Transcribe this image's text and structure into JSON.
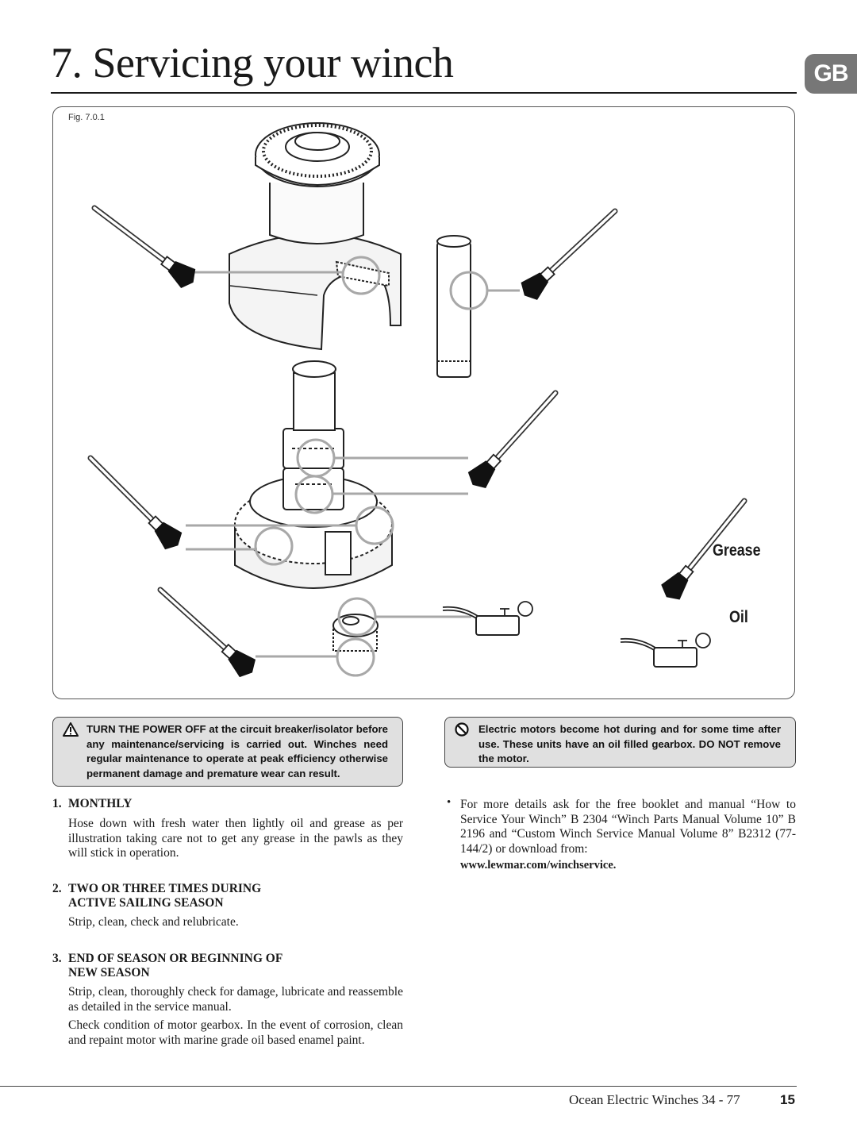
{
  "header": {
    "title": "7. Servicing your winch",
    "language_tab": "GB"
  },
  "figure": {
    "label": "Fig. 7.0.1",
    "key": {
      "grease": "Grease",
      "oil": "Oil"
    }
  },
  "notices": {
    "warning": "TURN THE POWER OFF at the circuit breaker/isolator before any maintenance/servicing is carried out. Winches need regular maintenance to operate at peak efficiency otherwise permanent damage and premature wear can result.",
    "prohibition": "Electric motors become hot during and for some time after use. These units have an oil filled gearbox. DO NOT remove the motor."
  },
  "sections": [
    {
      "number": "1.",
      "heading": "MONTHLY",
      "paragraphs": [
        "Hose down with fresh water then lightly oil and grease as per illustration taking care not to get any grease in the pawls as they will stick in operation."
      ]
    },
    {
      "number": "2.",
      "heading": "TWO OR THREE TIMES DURING ACTIVE SAILING SEASON",
      "paragraphs": [
        "Strip, clean, check and relubricate."
      ]
    },
    {
      "number": "3.",
      "heading": "END OF SEASON OR BEGINNING OF NEW SEASON",
      "paragraphs": [
        "Strip, clean, thoroughly check for damage, lubricate and reassemble as detailed in the service manual.",
        "Check condition of motor gearbox. In the event of corrosion, clean and repaint motor with marine grade oil based enamel paint."
      ]
    }
  ],
  "right_column": {
    "bullet_symbol": "•",
    "bullet_text": "For more details ask for the free booklet and manual “How to Service Your Winch” B 2304 “Winch Parts Manual Volume 10” B 2196 and “Custom Winch Service Manual Volume 8” B2312 (77-144/2) or download from:",
    "link": "www.lewmar.com/winchservice."
  },
  "footer": {
    "publication": "Ocean Electric Winches 34 - 77",
    "page_number": "15"
  },
  "colors": {
    "tab_background": "#777777",
    "notice_background": "#e0e0e0",
    "callout_circle": "#a8a8a8",
    "brush_tip": "#111111"
  }
}
